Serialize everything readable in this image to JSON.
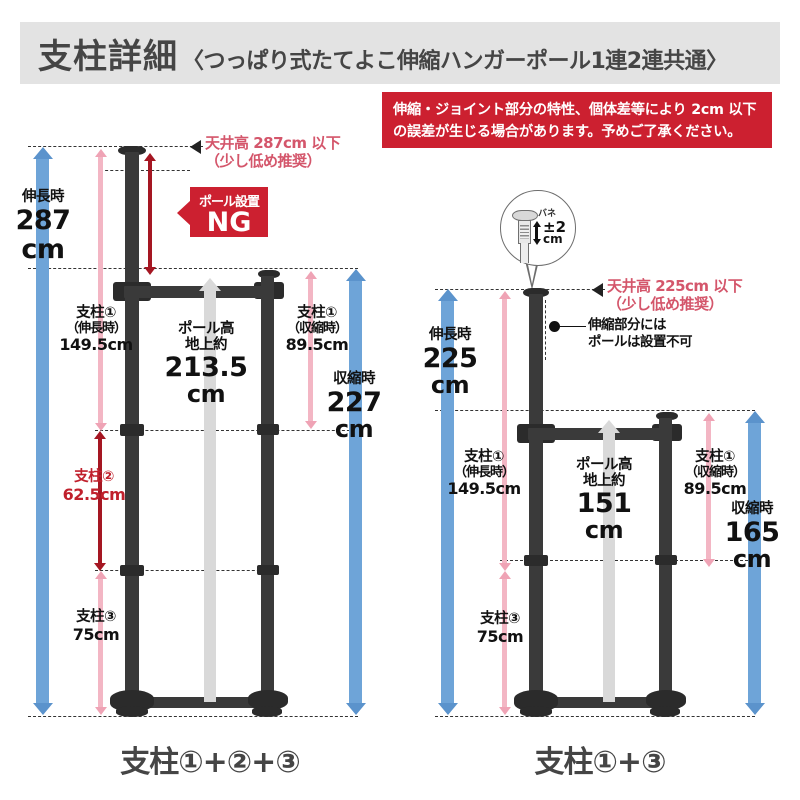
{
  "header": {
    "title": "支柱詳細",
    "subtitle": "〈つっぱり式たてよこ伸縮ハンガーポール1連2連共通〉"
  },
  "notice": {
    "line1": "伸縮・ジョイント部分の特性、個体差等により 2cm 以下",
    "line2": "の誤差が生じる場合があります。予めご了承ください。"
  },
  "left_diagram": {
    "caption": "支柱①+②+③",
    "ceiling": {
      "line1": "天井高 287cm 以下",
      "line2": "（少し低め推奨）"
    },
    "ng_badge": {
      "text": "ポール設置",
      "value": "NG"
    },
    "extended": {
      "label": "伸長時",
      "value": "287",
      "unit": "cm"
    },
    "contracted": {
      "label": "収縮時",
      "value": "227",
      "unit": "cm"
    },
    "post1_extended": {
      "line1": "支柱①",
      "line2": "（伸長時）",
      "value": "149.5cm"
    },
    "post1_contracted": {
      "line1": "支柱①",
      "line2": "（収縮時）",
      "value": "89.5cm"
    },
    "post2": {
      "line1": "支柱②",
      "value": "62.5cm"
    },
    "post3": {
      "line1": "支柱③",
      "value": "75cm"
    },
    "pole_height": {
      "line1": "ポール高",
      "line2": "地上約",
      "value": "213.5",
      "unit": "cm"
    }
  },
  "right_diagram": {
    "caption": "支柱①+③",
    "ceiling": {
      "line1": "天井高 225cm 以下",
      "line2": "（少し低め推奨）"
    },
    "spring_callout": {
      "label": "バネ",
      "value": "±2",
      "unit": "cm"
    },
    "joint_note": {
      "line1": "伸縮部分には",
      "line2": "ポールは設置不可"
    },
    "extended": {
      "label": "伸長時",
      "value": "225",
      "unit": "cm"
    },
    "contracted": {
      "label": "収縮時",
      "value": "165",
      "unit": "cm"
    },
    "post1_extended": {
      "line1": "支柱①",
      "line2": "（伸長時）",
      "value": "149.5cm"
    },
    "post1_contracted": {
      "line1": "支柱①",
      "line2": "（収縮時）",
      "value": "89.5cm"
    },
    "post3": {
      "line1": "支柱③",
      "value": "75cm"
    },
    "pole_height": {
      "line1": "ポール高",
      "line2": "地上約",
      "value": "151",
      "unit": "cm"
    }
  },
  "colors": {
    "accent_red": "#cc2030",
    "blue": "#6ea4d8",
    "pink": "#f3b6c4",
    "dark_red": "#a51622",
    "header_bg": "#e3e3e3",
    "pole": "#3a3a3a"
  }
}
